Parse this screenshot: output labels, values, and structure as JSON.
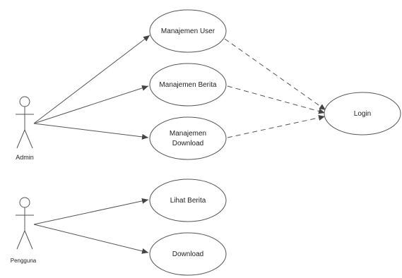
{
  "diagram": {
    "type": "use-case",
    "actors": [
      {
        "id": "admin",
        "label": "Admin"
      },
      {
        "id": "pengguna",
        "label": "Pengguna"
      }
    ],
    "use_cases": [
      {
        "id": "manajemen-user",
        "lines": [
          "Manajemen User"
        ]
      },
      {
        "id": "manajemen-berita",
        "lines": [
          "Manajemen Berita"
        ]
      },
      {
        "id": "manajemen-download",
        "lines": [
          "Manajemen",
          "Download"
        ]
      },
      {
        "id": "lihat-berita",
        "lines": [
          "Lihat Berita"
        ]
      },
      {
        "id": "download",
        "lines": [
          "Download"
        ]
      },
      {
        "id": "login",
        "lines": [
          "Login"
        ]
      }
    ],
    "associations": [
      {
        "from": "admin",
        "to": "manajemen-user",
        "style": "solid-arrow"
      },
      {
        "from": "admin",
        "to": "manajemen-berita",
        "style": "solid-arrow"
      },
      {
        "from": "admin",
        "to": "manajemen-download",
        "style": "solid-arrow"
      },
      {
        "from": "pengguna",
        "to": "lihat-berita",
        "style": "solid-arrow"
      },
      {
        "from": "pengguna",
        "to": "download",
        "style": "solid-arrow"
      },
      {
        "from": "manajemen-user",
        "to": "login",
        "style": "dashed-arrow"
      },
      {
        "from": "manajemen-berita",
        "to": "login",
        "style": "dashed-arrow"
      },
      {
        "from": "manajemen-download",
        "to": "login",
        "style": "dashed-arrow"
      }
    ]
  }
}
